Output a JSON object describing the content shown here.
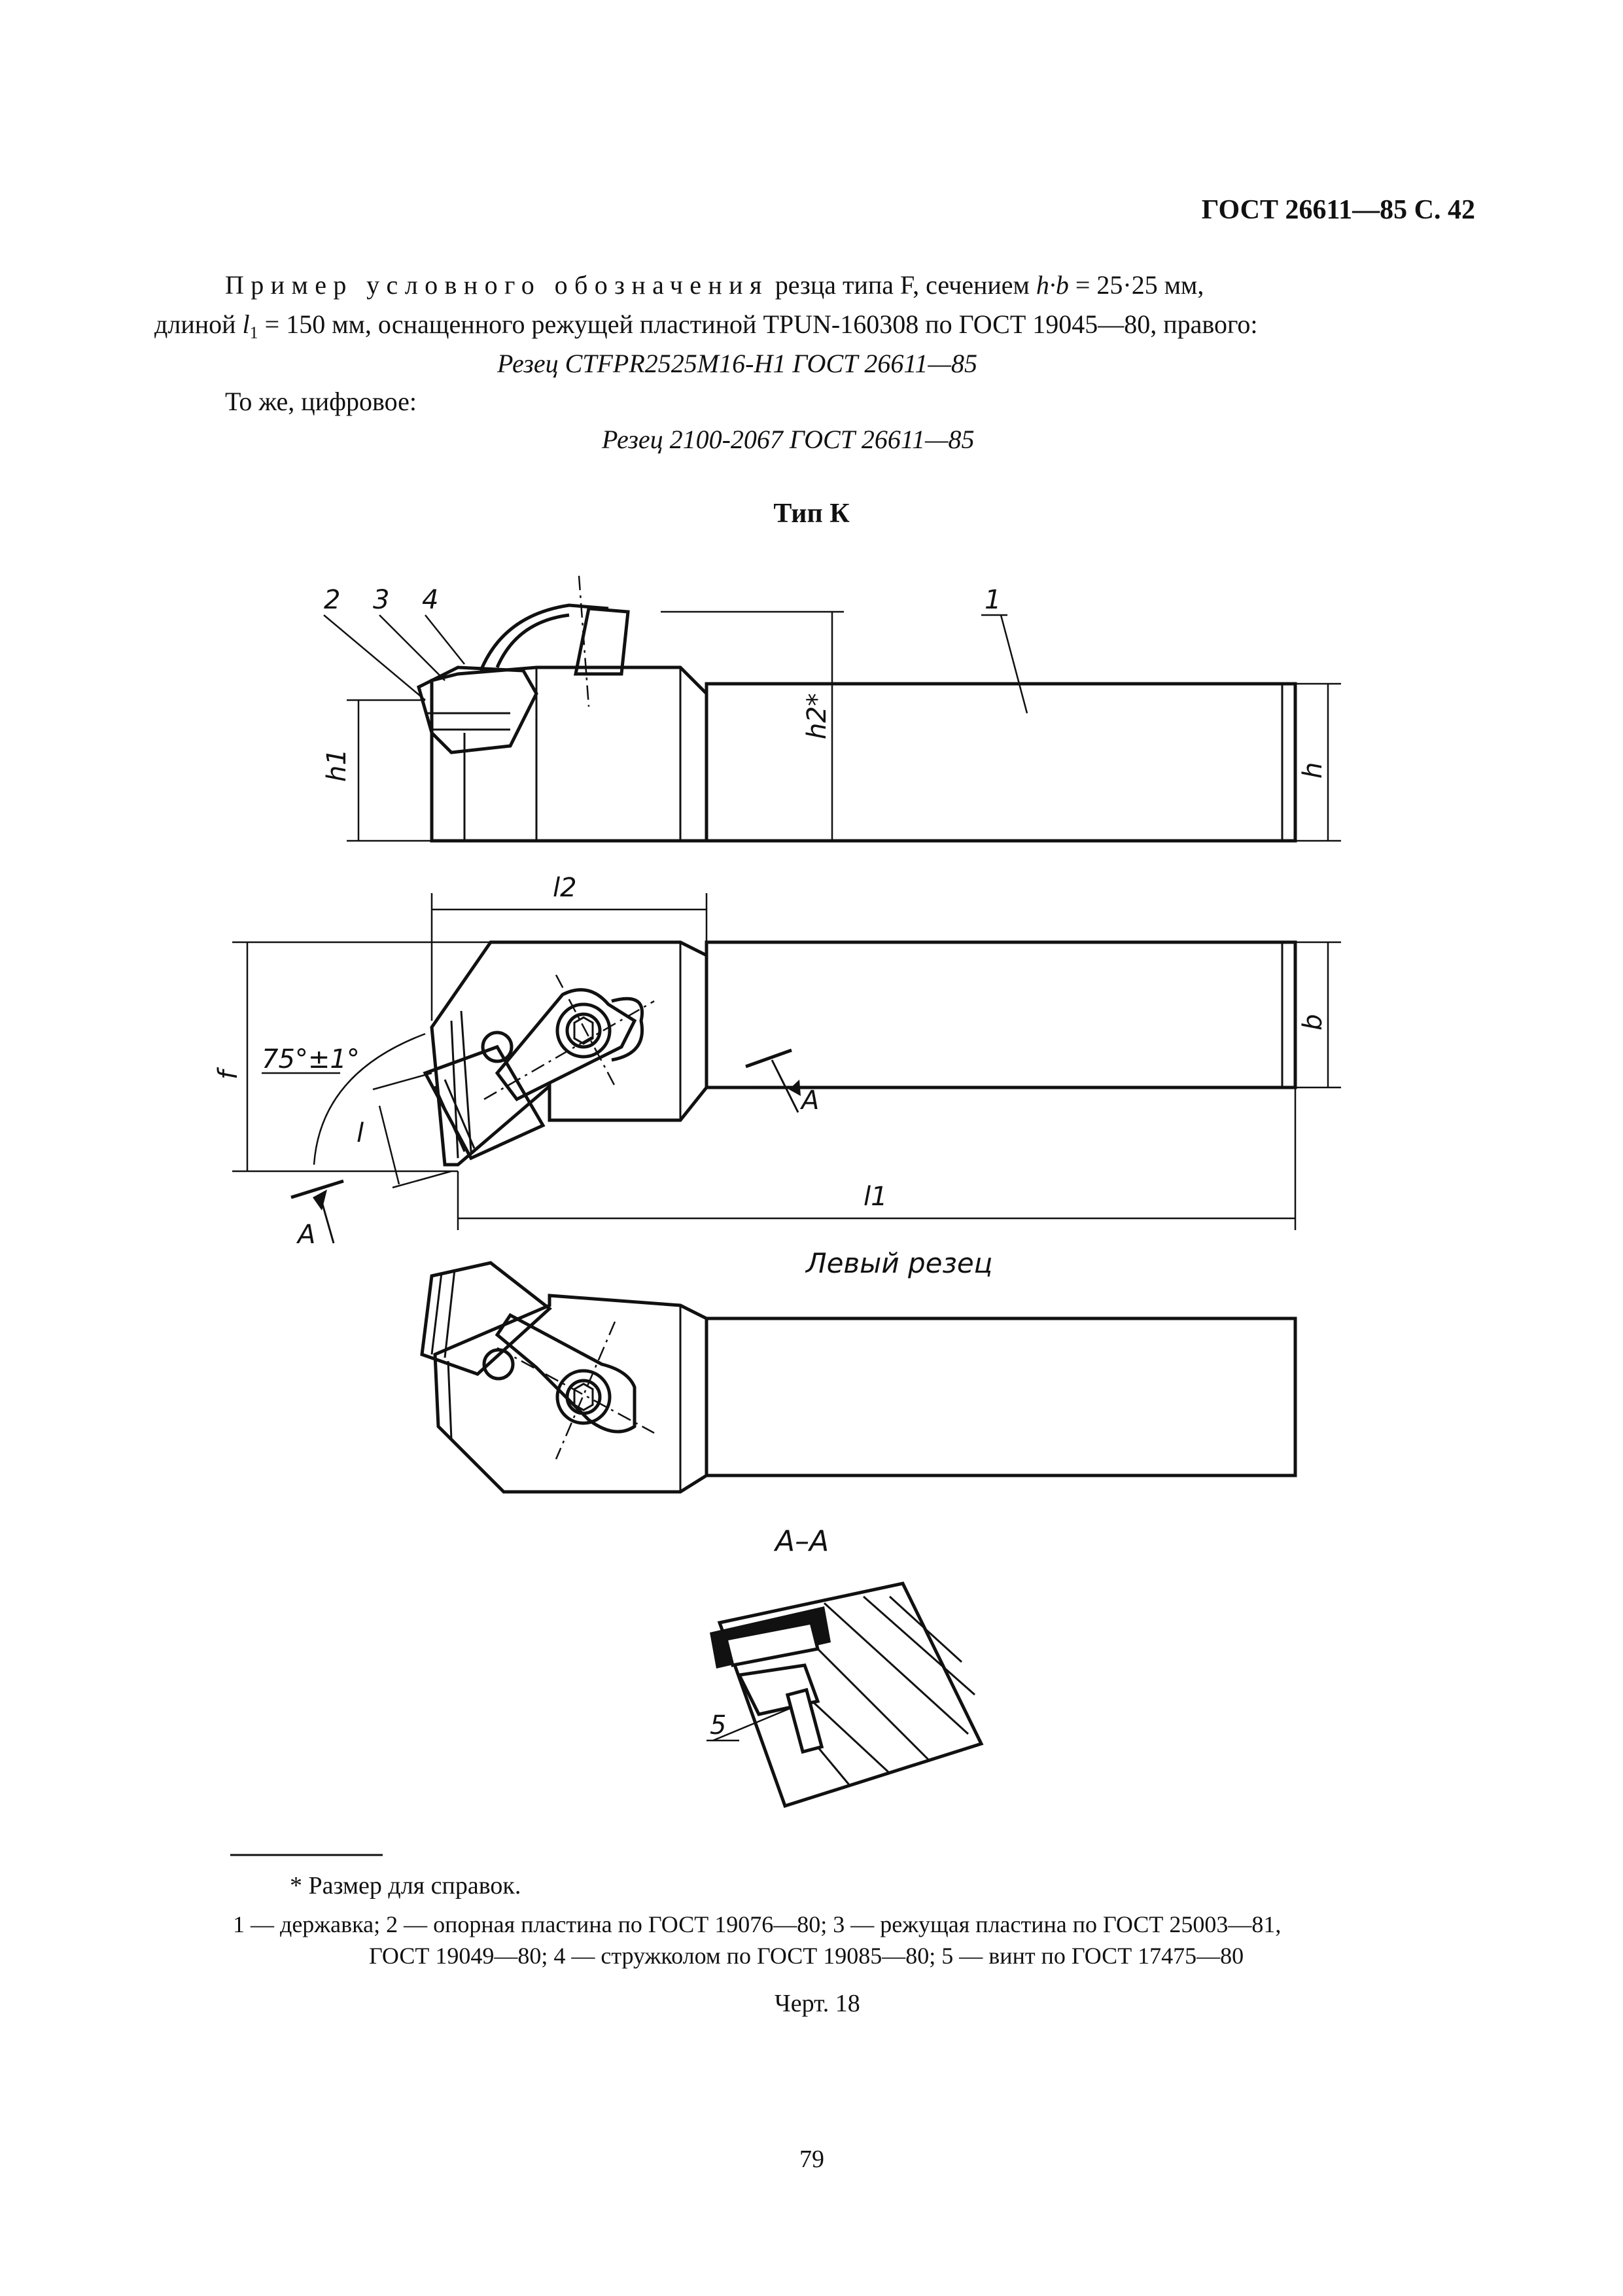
{
  "header": {
    "code": "ГОСТ 26611—85 С. 42"
  },
  "example": {
    "lead_spaced": "Пример условного обозначения",
    "lead_rest_1": " резца типа F, сечением ",
    "hb": "h·b",
    "lead_rest_2": " = 25·25 мм,",
    "line2_a": "длиной ",
    "l_sym": "l",
    "l_sub": "1",
    "line2_b": " = 150 мм, оснащенного режущей пластиной TPUN-160308 по ГОСТ 19045—80, правого:",
    "designation": "Резец CTFPR2525M16-H1 ГОСТ 26611—85",
    "digital_label": "То же, цифровое:",
    "digital_designation": "Резец 2100-2067 ГОСТ 26611—85"
  },
  "section_title": "Тип К",
  "drawing": {
    "callout_1": "1",
    "callout_2": "2",
    "callout_3": "3",
    "callout_4": "4",
    "callout_5": "5",
    "dim_h1": "h1",
    "dim_h2": "h2*",
    "dim_h": "h",
    "dim_l2": "l2",
    "dim_b": "b",
    "dim_f": "f",
    "dim_angle": "75°±1°",
    "dim_l": "l",
    "dim_l1": "l1",
    "section_mark_a": "A",
    "left_cutter_label": "Левый резец",
    "section_view_label": "A–A"
  },
  "footnote": {
    "ref_note": "* Размер для справок.",
    "legend_1": "1 — державка; 2 — опорная пластина по ГОСТ 19076—80; 3 — режущая пластина по ГОСТ 25003—81,",
    "legend_2": "ГОСТ 19049—80; 4 — стружколом по ГОСТ 19085—80; 5 — винт по ГОСТ 17475—80"
  },
  "figure_caption": "Черт. 18",
  "page_number": "79"
}
